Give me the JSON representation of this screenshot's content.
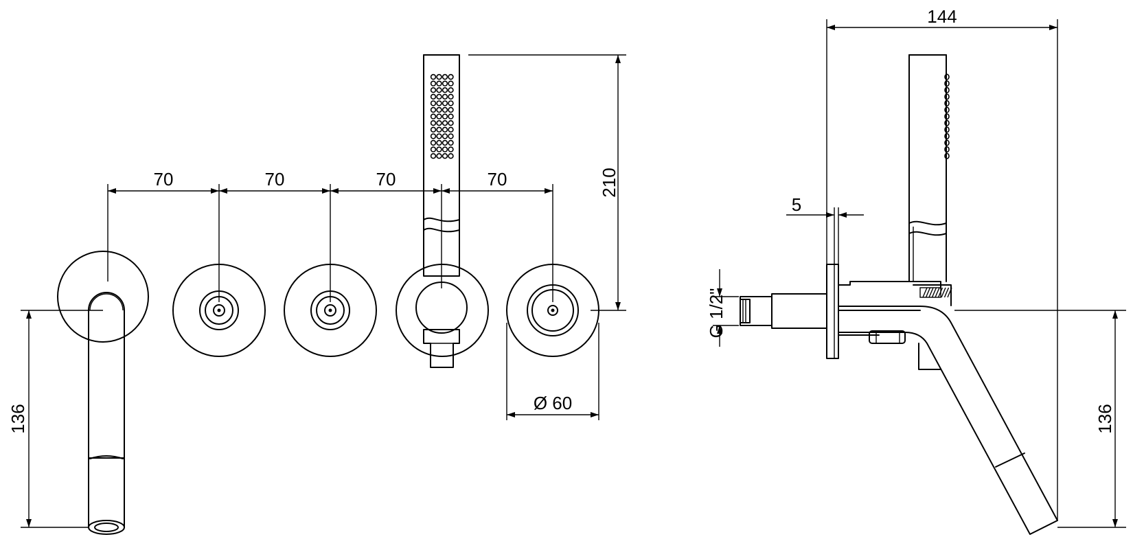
{
  "front_view": {
    "spacing_1": "70",
    "spacing_2": "70",
    "spacing_3": "70",
    "spacing_4": "70",
    "handshower_height": "210",
    "spout_drop": "136",
    "rosette_diameter": "Ø 60"
  },
  "side_view": {
    "overall_depth": "144",
    "plate_thickness": "5",
    "thread": "G 1/2\"",
    "spout_drop": "136"
  },
  "colors": {
    "line": "#000000",
    "background": "#ffffff"
  }
}
